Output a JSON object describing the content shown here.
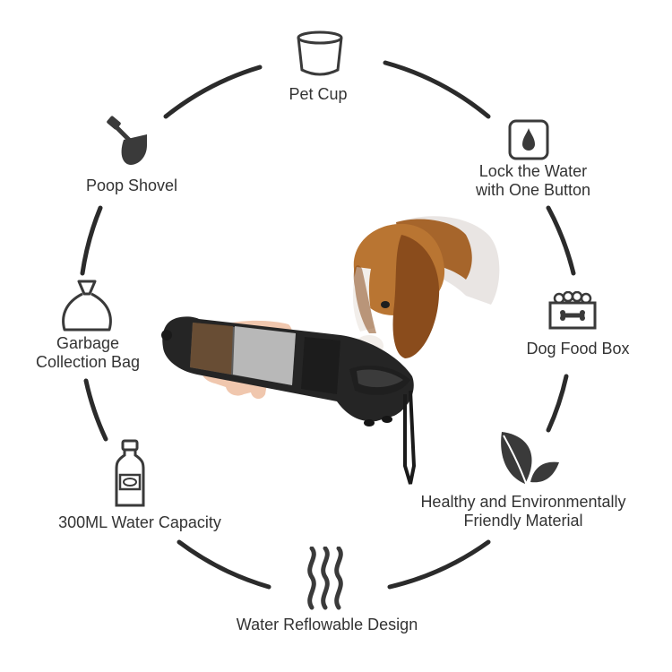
{
  "features": {
    "pet_cup": {
      "label": "Pet Cup",
      "icon": "cup-icon"
    },
    "lock_water": {
      "line1": "Lock the Water",
      "line2": "with One Button",
      "icon": "water-drop-lock-icon"
    },
    "dog_food_box": {
      "label": "Dog Food Box",
      "icon": "dog-food-box-icon"
    },
    "healthy_material": {
      "line1": "Healthy and Environmentally",
      "line2": "Friendly Material",
      "icon": "leaf-icon"
    },
    "water_reflowable": {
      "label": "Water Reflowable Design",
      "icon": "water-waves-icon"
    },
    "water_capacity": {
      "label": "300ML Water Capacity",
      "icon": "bottle-icon"
    },
    "garbage_bag": {
      "line1": "Garbage",
      "line2": "Collection Bag",
      "icon": "garbage-bag-icon"
    },
    "poop_shovel": {
      "label": "Poop Shovel",
      "icon": "shovel-icon"
    }
  },
  "colors": {
    "ring": "#2b2b2b",
    "icon": "#3a3a3a",
    "text": "#333333"
  }
}
